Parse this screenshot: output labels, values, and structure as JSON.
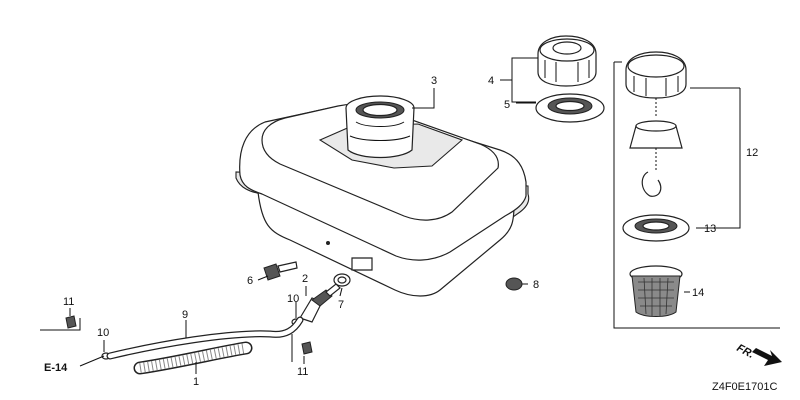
{
  "callouts": {
    "c1": "1",
    "c2": "2",
    "c3": "3",
    "c4": "4",
    "c5": "5",
    "c6": "6",
    "c7": "7",
    "c8": "8",
    "c9": "9",
    "c10a": "10",
    "c10b": "10",
    "c11a": "11",
    "c11b": "11",
    "c12": "12",
    "c13": "13",
    "c14": "14"
  },
  "ref_label": "E-14",
  "front_label": "FR.",
  "diagram_code": "Z4F0E1701C"
}
